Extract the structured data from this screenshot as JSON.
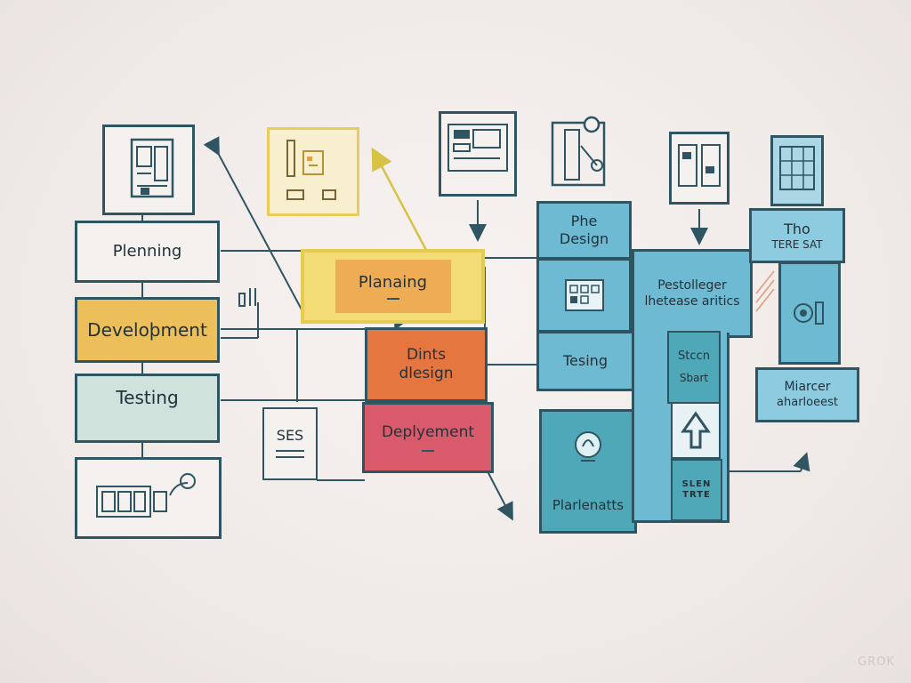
{
  "nodes": {
    "planning": "Plenning",
    "development": "Develoþment",
    "testing": "Testing",
    "ses": "SES",
    "planaing": "Planaing",
    "dints_design": [
      "Dints",
      "dlesign"
    ],
    "deployment": "Deplyement",
    "phe_design": [
      "Phe",
      "Design"
    ],
    "tesing": "Tesing",
    "plarlenatts": "Plarlenatts",
    "pestolleger": [
      "Pestolleger",
      "lhetease aritics"
    ],
    "stccn": [
      "Stccn",
      "Sbart"
    ],
    "the_tere": [
      "Tho",
      "TERE SAT"
    ],
    "miarcer": [
      "Miarcer",
      "aharloeest"
    ],
    "mini_label": [
      "SLEN",
      "TRTE"
    ]
  },
  "colors": {
    "ink": "#2f5563",
    "planning_fill": "#f4f1ee",
    "development_fill": "#edbf5a",
    "testing_fill": "#cfe2dc",
    "planaing_fill": "#eead55",
    "planaing_border": "#e4cc52",
    "dints_fill": "#e5763f",
    "deployment_fill": "#d95a6a",
    "blue_fill": "#6ebad3",
    "blue_light": "#8ccbe0",
    "teal_fill": "#4fa8b7"
  },
  "watermark": "GROK"
}
